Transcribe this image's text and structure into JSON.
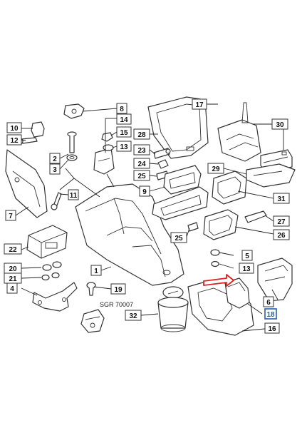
{
  "diagram": {
    "reference_code": "SGR 70007",
    "highlight_color": "#e02020",
    "callout_highlight_color": "#2b5fa8",
    "callouts": [
      {
        "id": "c1",
        "label": "1"
      },
      {
        "id": "c2",
        "label": "2"
      },
      {
        "id": "c3",
        "label": "3"
      },
      {
        "id": "c4",
        "label": "4"
      },
      {
        "id": "c5",
        "label": "5"
      },
      {
        "id": "c6",
        "label": "6"
      },
      {
        "id": "c7",
        "label": "7"
      },
      {
        "id": "c8",
        "label": "8"
      },
      {
        "id": "c9",
        "label": "9"
      },
      {
        "id": "c10",
        "label": "10"
      },
      {
        "id": "c11",
        "label": "11"
      },
      {
        "id": "c12",
        "label": "12"
      },
      {
        "id": "c13a",
        "label": "13"
      },
      {
        "id": "c13b",
        "label": "13"
      },
      {
        "id": "c14",
        "label": "14"
      },
      {
        "id": "c15",
        "label": "15"
      },
      {
        "id": "c16",
        "label": "16"
      },
      {
        "id": "c17",
        "label": "17"
      },
      {
        "id": "c18",
        "label": "18"
      },
      {
        "id": "c19",
        "label": "19"
      },
      {
        "id": "c20",
        "label": "20"
      },
      {
        "id": "c21",
        "label": "21"
      },
      {
        "id": "c22",
        "label": "22"
      },
      {
        "id": "c23",
        "label": "23"
      },
      {
        "id": "c24",
        "label": "24"
      },
      {
        "id": "c25a",
        "label": "25"
      },
      {
        "id": "c25b",
        "label": "25"
      },
      {
        "id": "c26",
        "label": "26"
      },
      {
        "id": "c27",
        "label": "27"
      },
      {
        "id": "c28",
        "label": "28"
      },
      {
        "id": "c29",
        "label": "29"
      },
      {
        "id": "c30",
        "label": "30"
      },
      {
        "id": "c31",
        "label": "31"
      },
      {
        "id": "c32",
        "label": "32"
      }
    ]
  }
}
